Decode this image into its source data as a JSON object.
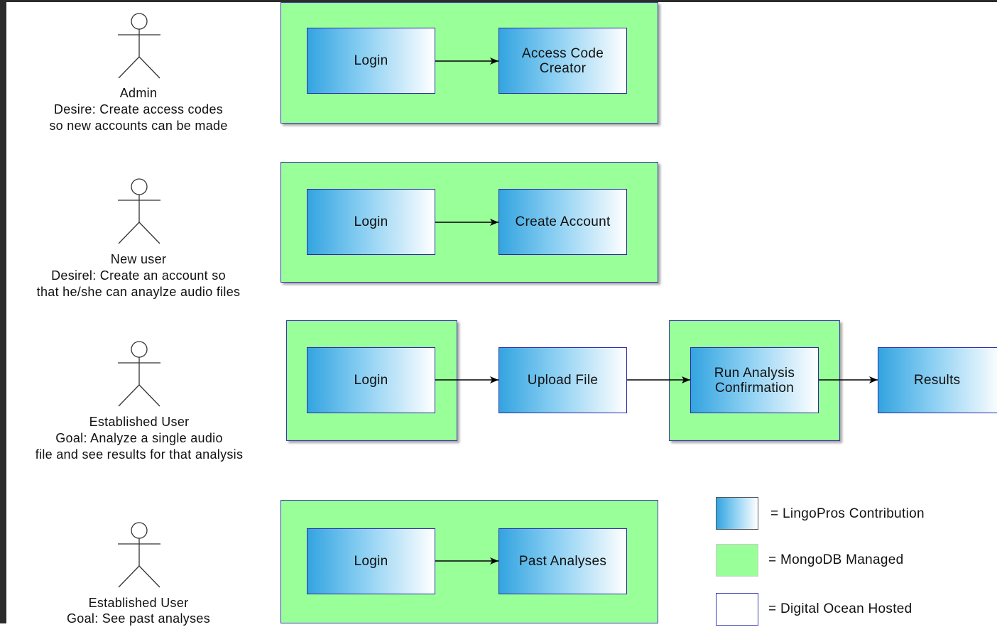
{
  "rows": [
    {
      "actor": {
        "name": "Admin",
        "desc": "Desire: Create access codes\nso new accounts can be made"
      },
      "boxes": [
        "Login",
        "Access Code\nCreator"
      ]
    },
    {
      "actor": {
        "name": "New user",
        "desc": "Desirel: Create an account so\nthat he/she can anaylze audio files"
      },
      "boxes": [
        "Login",
        "Create Account"
      ]
    },
    {
      "actor": {
        "name": "Established User",
        "desc": "Goal: Analyze a single audio\nfile and see results for that analysis"
      },
      "boxes": [
        "Login",
        "Upload File",
        "Run Analysis\nConfirmation",
        "Results"
      ]
    },
    {
      "actor": {
        "name": "Established User",
        "desc": "Goal: See past analyses"
      },
      "boxes": [
        "Login",
        "Past Analyses"
      ]
    }
  ],
  "legend": [
    {
      "swatch": "blue-gradient",
      "label": "= LingoPros Contribution"
    },
    {
      "swatch": "green",
      "label": "= MongoDB Managed"
    },
    {
      "swatch": "white",
      "label": "= Digital Ocean Hosted"
    }
  ],
  "colors": {
    "green": "#99ff99",
    "blue_start": "#33a4e0",
    "border": "#2a2aa8"
  }
}
